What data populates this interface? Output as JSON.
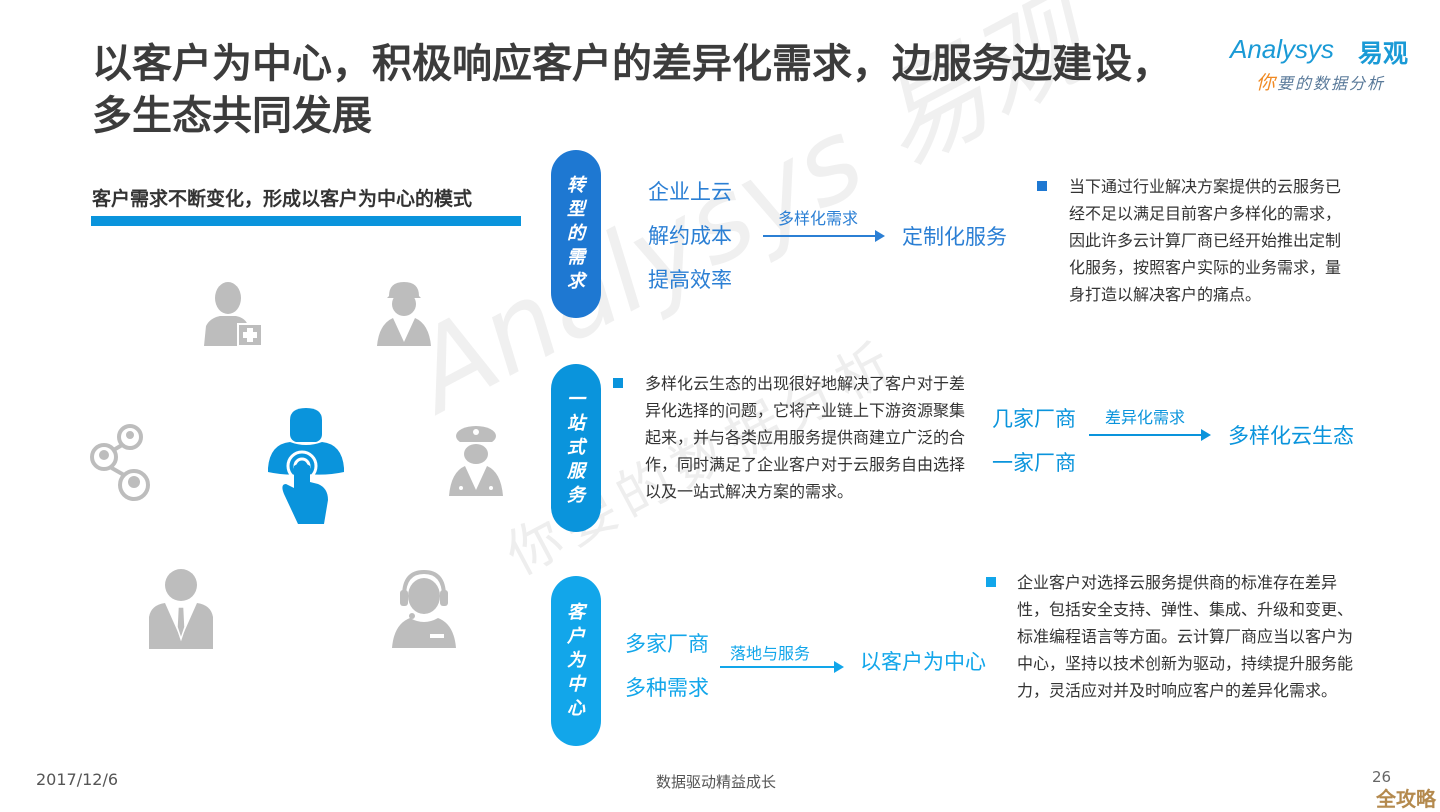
{
  "header": {
    "title_line1": "以客户为中心，积极响应客户的差异化需求，边服务边建设，",
    "title_line2": "多生态共同发展",
    "logo": {
      "brand_en": "Analysys",
      "brand_cn": "易观",
      "tagline_first": "你",
      "tagline_rest": "要的数据分析"
    }
  },
  "left_panel": {
    "subheading": "客户需求不断变化，形成以客户为中心的模式",
    "icons": [
      "doctor-plus-icon",
      "construction-worker-icon",
      "network-users-icon",
      "user-touch-center-icon",
      "police-officer-icon",
      "businessman-icon",
      "customer-service-headset-icon"
    ]
  },
  "watermark": {
    "main": "Analysys 易观",
    "sub": "你要的数据分析"
  },
  "sections": [
    {
      "pill": [
        "转",
        "型",
        "的",
        "需",
        "求"
      ],
      "pill_color": "#1e78d2",
      "inputs": [
        "企业上云",
        "解约成本",
        "提高效率"
      ],
      "arrow_label": "多样化需求",
      "output": "定制化服务",
      "description": "当下通过行业解决方案提供的云服务已经不足以满足目前客户多样化的需求，因此许多云计算厂商已经开始推出定制化服务，按照客户实际的业务需求，量身打造以解决客户的痛点。"
    },
    {
      "pill": [
        "一",
        "站",
        "式",
        "服",
        "务"
      ],
      "pill_color": "#0a94dc",
      "inputs": [
        "几家厂商",
        "一家厂商"
      ],
      "arrow_label": "差异化需求",
      "output": "多样化云生态",
      "description": "多样化云生态的出现很好地解决了客户对于差异化选择的问题，它将产业链上下游资源聚集起来，并与各类应用服务提供商建立广泛的合作，同时满足了企业客户对于云服务自由选择以及一站式解决方案的需求。"
    },
    {
      "pill": [
        "客",
        "户",
        "为",
        "中",
        "心"
      ],
      "pill_color": "#12a6ea",
      "inputs": [
        "多家厂商",
        "多种需求"
      ],
      "arrow_label": "落地与服务",
      "output": "以客户为中心",
      "description": "企业客户对选择云服务提供商的标准存在差异性，包括安全支持、弹性、集成、升级和变更、标准编程语言等方面。云计算厂商应当以客户为中心，坚持以技术创新为驱动，持续提升服务能力，灵活应对并及时响应客户的差异化需求。"
    }
  ],
  "footer": {
    "date": "2017/12/6",
    "slogan": "数据驱动精益成长",
    "page": "26",
    "badge": "全攻略"
  },
  "colors": {
    "primary_blue": "#1e78d2",
    "mid_blue": "#0a94dc",
    "light_blue": "#12a6ea",
    "icon_gray": "#bdbdbd",
    "title_gray": "#3c3c3c",
    "logo_orange": "#f08a24"
  }
}
